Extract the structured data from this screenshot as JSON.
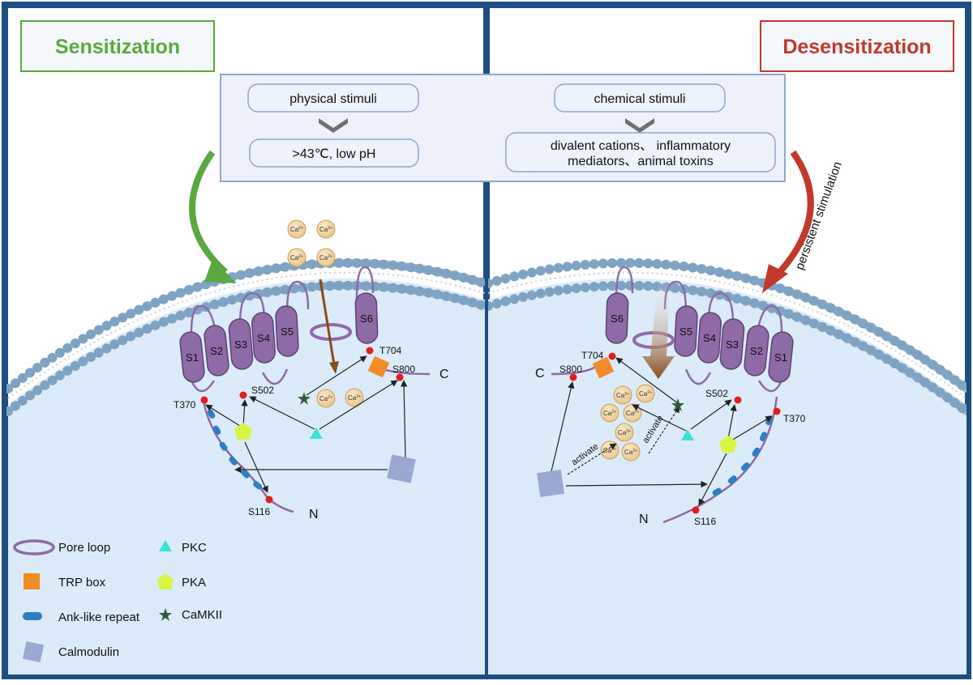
{
  "titles": {
    "left": "Sensitization",
    "right": "Desensitization"
  },
  "stimuli": {
    "physical": "physical stimuli",
    "physical_detail": ">43℃, low pH",
    "chemical": "chemical stimuli",
    "chemical_detail_line1": "divalent cations、 inflammatory",
    "chemical_detail_line2": "mediators、animal toxins"
  },
  "arrow_labels": {
    "persistent": "persistent stimulation",
    "activate": "activate"
  },
  "segments": [
    "S1",
    "S2",
    "S3",
    "S4",
    "S5",
    "S6"
  ],
  "sites": {
    "t704": "T704",
    "s800": "S800",
    "s502": "S502",
    "t370": "T370",
    "s116": "S116"
  },
  "termini": {
    "c": "C",
    "n": "N"
  },
  "ion": {
    "ca": "Ca",
    "charge": "2+"
  },
  "legend": {
    "pore_loop": "Pore loop",
    "trp_box": "TRP box",
    "ank_repeat": "Ank-like repeat",
    "calmodulin": "Calmodulin",
    "pkc": "PKC",
    "pka": "PKA",
    "camkii": "CaMKII"
  },
  "colors": {
    "frame": "#1d4e82",
    "cell": "#dcebf9",
    "sensitization": "#5aa840",
    "desensitization": "#c0392b",
    "segment": "#8e6aa6",
    "trp_box": "#f28c28",
    "pkc": "#3fe0d8",
    "pka": "#d8f542",
    "camkii": "#2f5d3a",
    "calmodulin": "#9aa9d4",
    "site": "#e02020"
  }
}
